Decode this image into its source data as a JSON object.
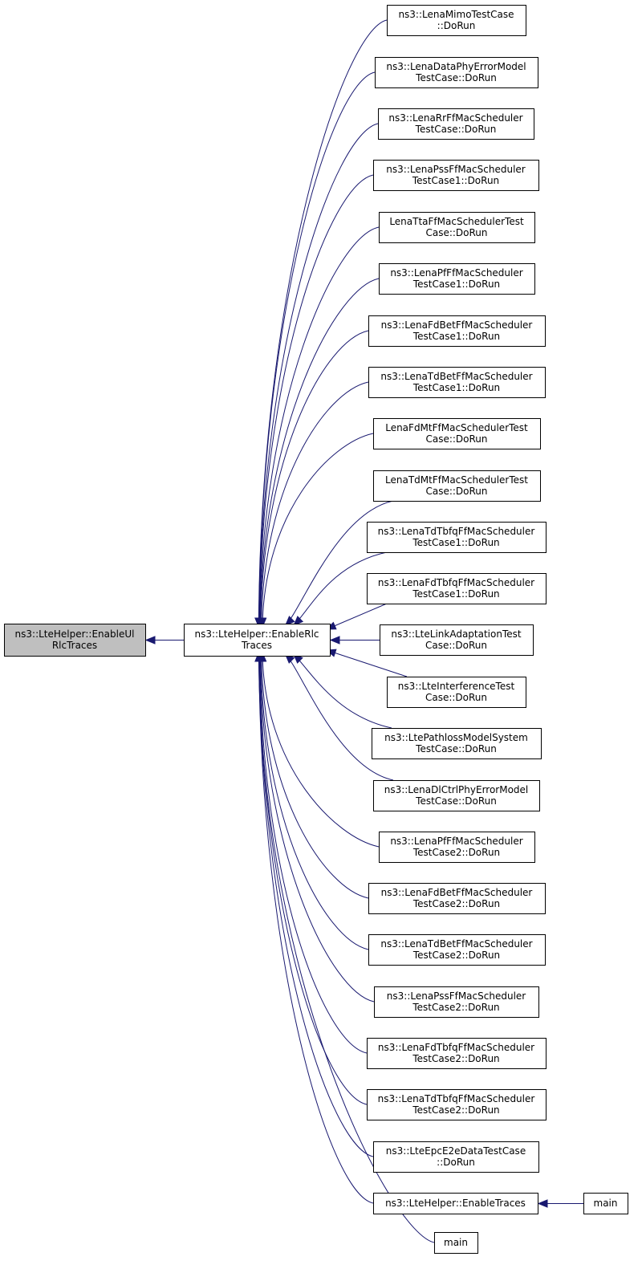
{
  "diagram": {
    "focus": {
      "id": "n_ul",
      "lines": [
        "ns3::LteHelper::EnableUl",
        "RlcTraces"
      ]
    },
    "hub": {
      "id": "n_hub",
      "lines": [
        "ns3::LteHelper::EnableRlc",
        "Traces"
      ]
    },
    "callers": [
      {
        "id": "c01",
        "lines": [
          "ns3::LenaMimoTestCase",
          "::DoRun"
        ]
      },
      {
        "id": "c02",
        "lines": [
          "ns3::LenaDataPhyErrorModel",
          "TestCase::DoRun"
        ]
      },
      {
        "id": "c03",
        "lines": [
          "ns3::LenaRrFfMacScheduler",
          "TestCase::DoRun"
        ]
      },
      {
        "id": "c04",
        "lines": [
          "ns3::LenaPssFfMacScheduler",
          "TestCase1::DoRun"
        ]
      },
      {
        "id": "c05",
        "lines": [
          "LenaTtaFfMacSchedulerTest",
          "Case::DoRun"
        ]
      },
      {
        "id": "c06",
        "lines": [
          "ns3::LenaPfFfMacScheduler",
          "TestCase1::DoRun"
        ]
      },
      {
        "id": "c07",
        "lines": [
          "ns3::LenaFdBetFfMacScheduler",
          "TestCase1::DoRun"
        ]
      },
      {
        "id": "c08",
        "lines": [
          "ns3::LenaTdBetFfMacScheduler",
          "TestCase1::DoRun"
        ]
      },
      {
        "id": "c09",
        "lines": [
          "LenaFdMtFfMacSchedulerTest",
          "Case::DoRun"
        ]
      },
      {
        "id": "c10",
        "lines": [
          "LenaTdMtFfMacSchedulerTest",
          "Case::DoRun"
        ]
      },
      {
        "id": "c11",
        "lines": [
          "ns3::LenaTdTbfqFfMacScheduler",
          "TestCase1::DoRun"
        ]
      },
      {
        "id": "c12",
        "lines": [
          "ns3::LenaFdTbfqFfMacScheduler",
          "TestCase1::DoRun"
        ]
      },
      {
        "id": "c13",
        "lines": [
          "ns3::LteLinkAdaptationTest",
          "Case::DoRun"
        ]
      },
      {
        "id": "c14",
        "lines": [
          "ns3::LteInterferenceTest",
          "Case::DoRun"
        ]
      },
      {
        "id": "c15",
        "lines": [
          "ns3::LtePathlossModelSystem",
          "TestCase::DoRun"
        ]
      },
      {
        "id": "c16",
        "lines": [
          "ns3::LenaDlCtrlPhyErrorModel",
          "TestCase::DoRun"
        ]
      },
      {
        "id": "c17",
        "lines": [
          "ns3::LenaPfFfMacScheduler",
          "TestCase2::DoRun"
        ]
      },
      {
        "id": "c18",
        "lines": [
          "ns3::LenaFdBetFfMacScheduler",
          "TestCase2::DoRun"
        ]
      },
      {
        "id": "c19",
        "lines": [
          "ns3::LenaTdBetFfMacScheduler",
          "TestCase2::DoRun"
        ]
      },
      {
        "id": "c20",
        "lines": [
          "ns3::LenaPssFfMacScheduler",
          "TestCase2::DoRun"
        ]
      },
      {
        "id": "c21",
        "lines": [
          "ns3::LenaFdTbfqFfMacScheduler",
          "TestCase2::DoRun"
        ]
      },
      {
        "id": "c22",
        "lines": [
          "ns3::LenaTdTbfqFfMacScheduler",
          "TestCase2::DoRun"
        ]
      },
      {
        "id": "c23",
        "lines": [
          "ns3::LteEpcE2eDataTestCase",
          "::DoRun"
        ]
      },
      {
        "id": "c24",
        "lines": [
          "ns3::LteHelper::EnableTraces"
        ]
      },
      {
        "id": "c25",
        "lines": [
          "main"
        ]
      }
    ],
    "second_level": [
      {
        "id": "m01",
        "lines": [
          "main"
        ],
        "calls": "c24"
      }
    ]
  },
  "colors": {
    "edge": "#191970",
    "focus_fill": "#bfbfbf",
    "node_fill": "#ffffff",
    "node_stroke": "#000000"
  }
}
